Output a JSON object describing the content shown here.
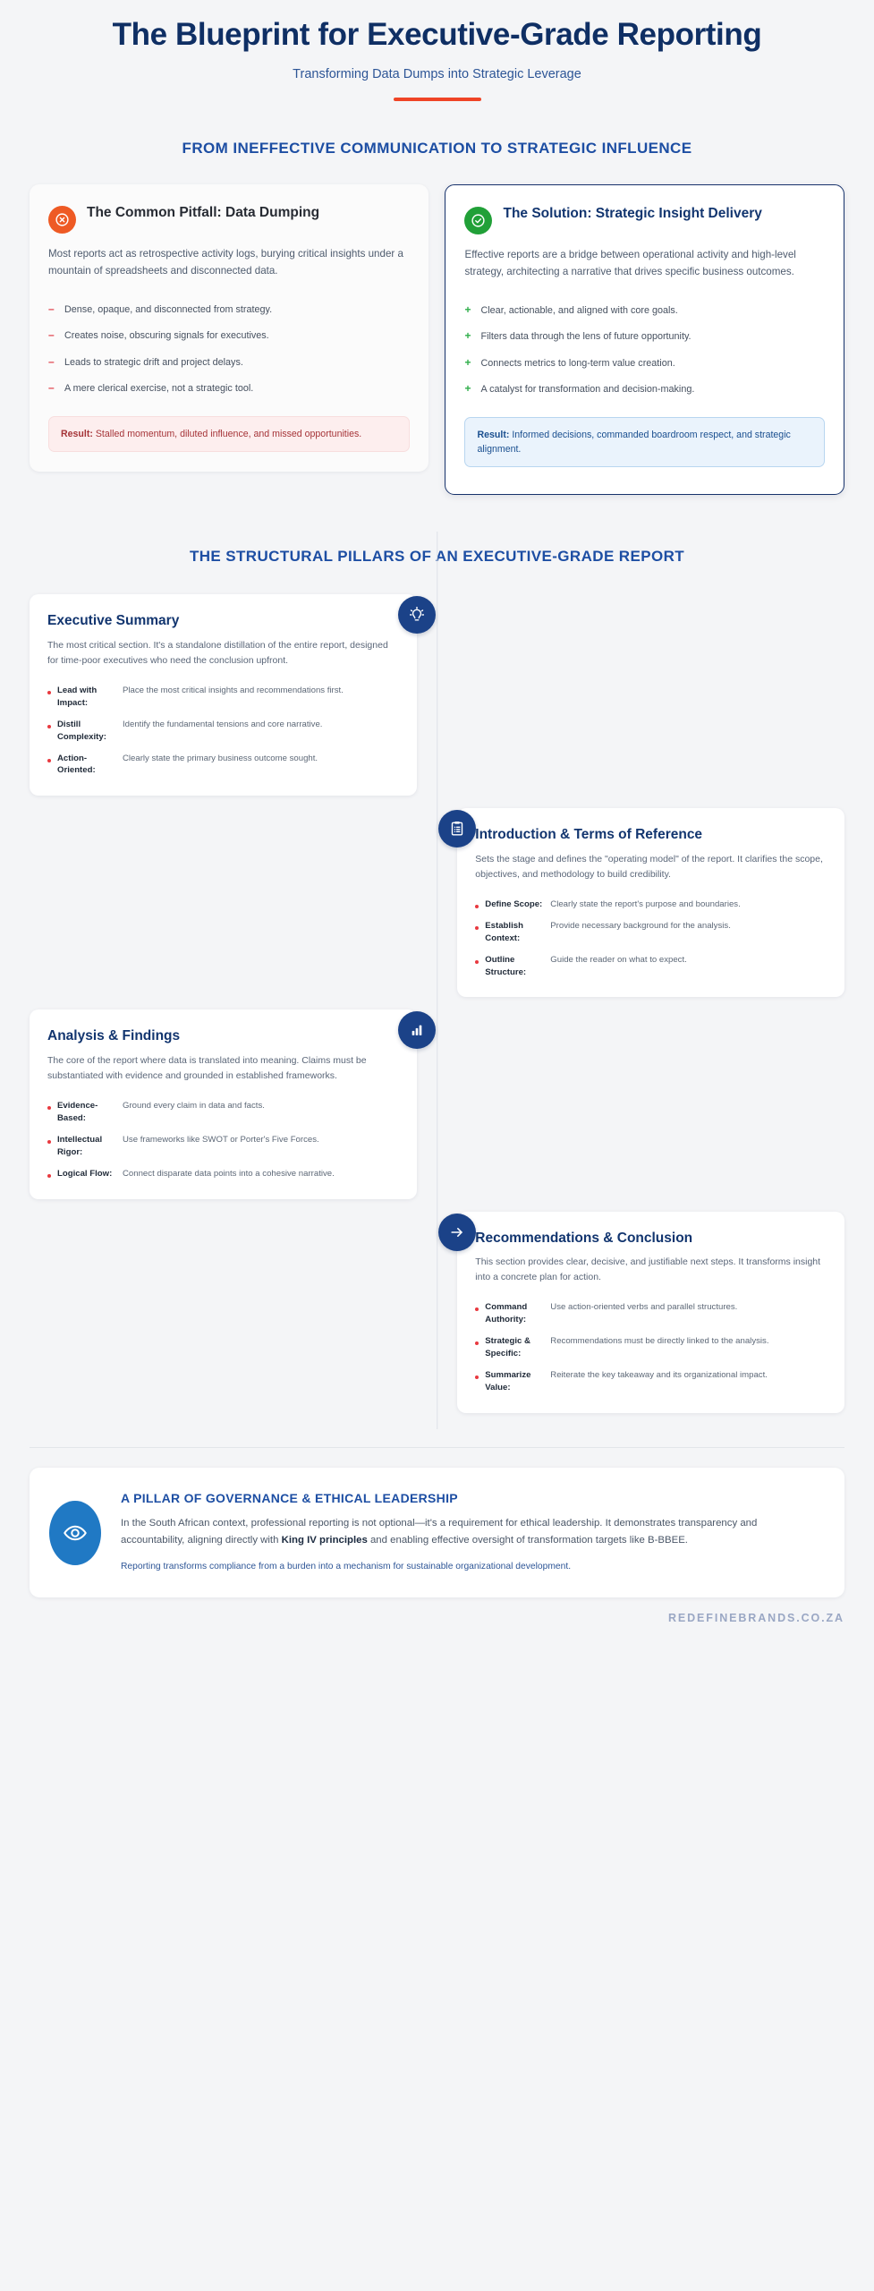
{
  "hero": {
    "title": "The Blueprint for Executive-Grade Reporting",
    "subtitle": "Transforming Data Dumps into Strategic Leverage",
    "accent_color": "#ef4426"
  },
  "section_one": {
    "heading": "FROM INEFFECTIVE COMMUNICATION TO STRATEGIC INFLUENCE",
    "pitfall": {
      "icon": "x-circle-icon",
      "icon_color": "#ee5a24",
      "title": "The Common Pitfall: Data Dumping",
      "description": "Most reports act as retrospective activity logs, burying critical insights under a mountain of spreadsheets and disconnected data.",
      "marker": "–",
      "bullets": [
        "Dense, opaque, and disconnected from strategy.",
        "Creates noise, obscuring signals for executives.",
        "Leads to strategic drift and project delays.",
        "A mere clerical exercise, not a strategic tool."
      ],
      "result_label": "Result:",
      "result_text": "Stalled momentum, diluted influence, and missed opportunities."
    },
    "solution": {
      "icon": "check-circle-icon",
      "icon_color": "#21a038",
      "title": "The Solution: Strategic Insight Delivery",
      "description": "Effective reports are a bridge between operational activity and high-level strategy, architecting a narrative that drives specific business outcomes.",
      "marker": "+",
      "bullets": [
        "Clear, actionable, and aligned with core goals.",
        "Filters data through the lens of future opportunity.",
        "Connects metrics to long-term value creation.",
        "A catalyst for transformation and decision-making."
      ],
      "result_label": "Result:",
      "result_text": "Informed decisions, commanded boardroom respect, and strategic alignment."
    }
  },
  "section_two": {
    "heading": "THE STRUCTURAL PILLARS OF AN EXECUTIVE-GRADE REPORT",
    "pillars": [
      {
        "side": "left",
        "icon": "lightbulb-icon",
        "title": "Executive Summary",
        "description": "The most critical section. It's a standalone distillation of the entire report, designed for time-poor executives who need the conclusion upfront.",
        "keys": [
          {
            "key": "Lead with Impact:",
            "value": "Place the most critical insights and recommendations first."
          },
          {
            "key": "Distill Complexity:",
            "value": "Identify the fundamental tensions and core narrative."
          },
          {
            "key": "Action-Oriented:",
            "value": "Clearly state the primary business outcome sought."
          }
        ]
      },
      {
        "side": "right",
        "icon": "clipboard-icon",
        "title": "Introduction & Terms of Reference",
        "description": "Sets the stage and defines the \"operating model\" of the report. It clarifies the scope, objectives, and methodology to build credibility.",
        "keys": [
          {
            "key": "Define Scope:",
            "value": "Clearly state the report's purpose and boundaries."
          },
          {
            "key": "Establish Context:",
            "value": "Provide necessary background for the analysis."
          },
          {
            "key": "Outline Structure:",
            "value": "Guide the reader on what to expect."
          }
        ]
      },
      {
        "side": "left",
        "icon": "bar-chart-icon",
        "title": "Analysis & Findings",
        "description": "The core of the report where data is translated into meaning. Claims must be substantiated with evidence and grounded in established frameworks.",
        "keys": [
          {
            "key": "Evidence-Based:",
            "value": "Ground every claim in data and facts."
          },
          {
            "key": "Intellectual Rigor:",
            "value": "Use frameworks like SWOT or Porter's Five Forces."
          },
          {
            "key": "Logical Flow:",
            "value": "Connect disparate data points into a cohesive narrative."
          }
        ]
      },
      {
        "side": "right",
        "icon": "arrow-right-icon",
        "title": "Recommendations & Conclusion",
        "description": "This section provides clear, decisive, and justifiable next steps. It transforms insight into a concrete plan for action.",
        "keys": [
          {
            "key": "Command Authority:",
            "value": "Use action-oriented verbs and parallel structures."
          },
          {
            "key": "Strategic & Specific:",
            "value": "Recommendations must be directly linked to the analysis."
          },
          {
            "key": "Summarize Value:",
            "value": "Reiterate the key takeaway and its organizational impact."
          }
        ]
      }
    ]
  },
  "governance": {
    "icon": "eye-icon",
    "icon_color": "#2079c4",
    "title": "A PILLAR OF GOVERNANCE & ETHICAL LEADERSHIP",
    "paragraph_part1": "In the South African context, professional reporting is not optional—it's a requirement for ethical leadership. It demonstrates transparency and accountability, aligning directly with ",
    "paragraph_bold": "King IV principles",
    "paragraph_part2": " and enabling effective oversight of transformation targets like B-BBEE.",
    "note": "Reporting transforms compliance from a burden into a mechanism for sustainable organizational development."
  },
  "footer": {
    "brand": "REDEFINEBRANDS.CO.ZA"
  }
}
